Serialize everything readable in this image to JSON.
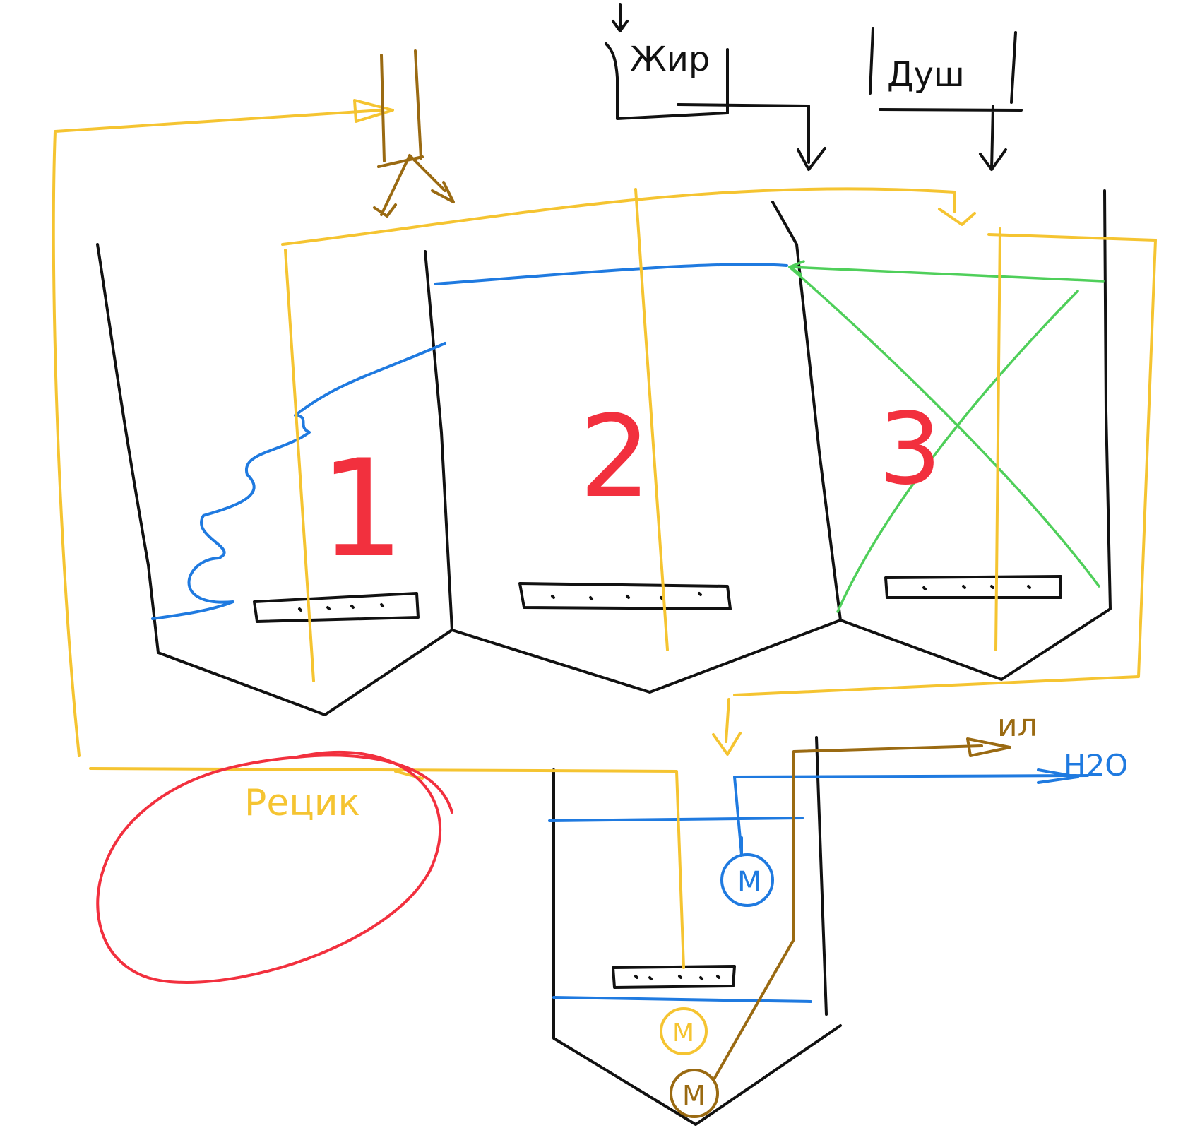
{
  "labels": {
    "tank1": "1",
    "tank2": "2",
    "tank3": "3",
    "source_left": "Жир",
    "source_right": "Душ",
    "sludge_out": "ил",
    "water_out": "H2O",
    "recirc": "Рецик",
    "motor_blue": "M",
    "motor_yellow": "M",
    "motor_brown": "M"
  },
  "colors": {
    "structure": "#111111",
    "recirculation": "#f5c431",
    "water": "#1f7ae0",
    "mixing": "#4fcf5a",
    "sludge": "#9a6a12",
    "tank_numbers": "#f2303e",
    "highlight": "#f2303e"
  }
}
